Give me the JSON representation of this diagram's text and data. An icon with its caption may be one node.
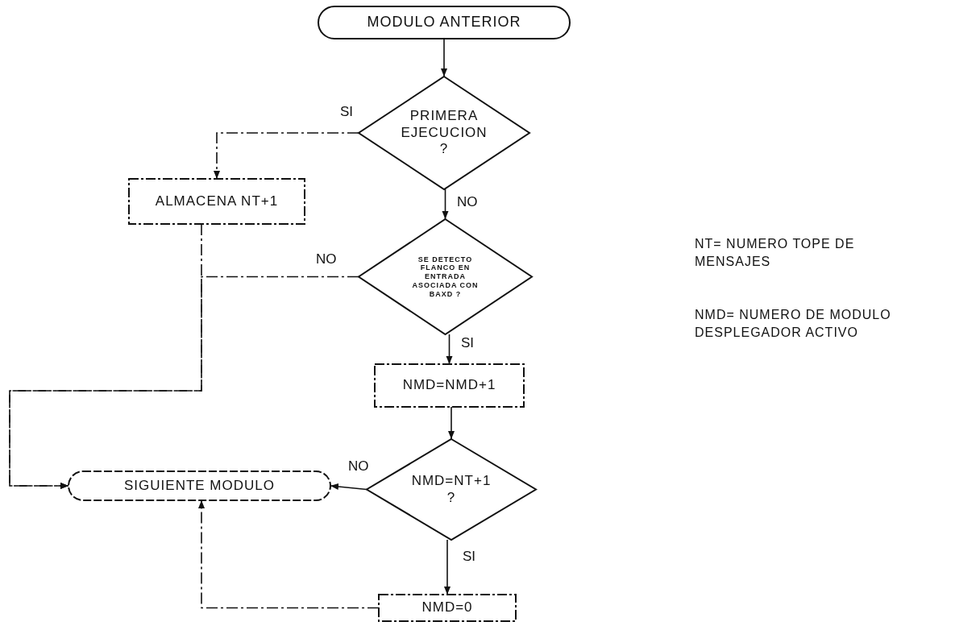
{
  "diagram": {
    "nodes": [
      {
        "text": [
          "MODULO ANTERIOR"
        ]
      },
      {
        "text": [
          "PRIMERA EJECUCION ?"
        ]
      },
      {
        "text": [
          "ALMACENA NT+1"
        ]
      },
      {
        "text": [
          "SE DETECTO FLANCO EN ENTRADA ASOCIADA CON BAXD ?"
        ]
      },
      {
        "text": [
          "NMD=NMD+1"
        ]
      },
      {
        "text": [
          "NMD=NT+1 ?"
        ]
      },
      {
        "text": [
          "SIGUIENTE MODULO"
        ]
      },
      {
        "text": [
          "NMD=0"
        ]
      }
    ],
    "edges": [
      {
        "from": 0,
        "to": 1,
        "arrow": "to"
      },
      {
        "from": 1,
        "to": 2,
        "arrow": "to",
        "label": "SI",
        "style": "dashed"
      },
      {
        "from": 1,
        "to": 3,
        "arrow": "to",
        "label": "NO"
      },
      {
        "from": 3,
        "to": 6,
        "arrow": "to",
        "label": "NO",
        "style": "dashed"
      },
      {
        "from": 3,
        "to": 4,
        "arrow": "to",
        "label": "SI"
      },
      {
        "from": 2,
        "to": 6,
        "arrow": "to",
        "style": "dashed"
      },
      {
        "from": 4,
        "to": 5,
        "arrow": "to"
      },
      {
        "from": 5,
        "to": 6,
        "arrow": "to",
        "label": "NO"
      },
      {
        "from": 5,
        "to": 7,
        "arrow": "to",
        "label": "SI"
      },
      {
        "from": 7,
        "to": 6,
        "arrow": "to",
        "style": "dashed"
      }
    ],
    "labels": [
      "NT= NUMERO TOPE DE MENSAJES",
      "NMD= NUMERO DE MODULO DESPLEGADOR ACTIVO"
    ]
  }
}
